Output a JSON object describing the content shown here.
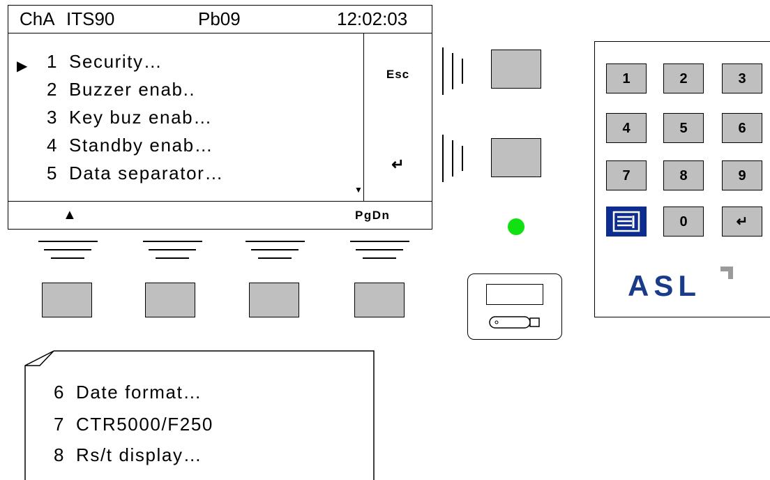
{
  "lcd": {
    "channel": "ChA",
    "scale": "ITS90",
    "probe": "Pb09",
    "time": "12:02:03",
    "cursor_symbol": "▶",
    "scroll_down_symbol": "▼",
    "menu_items": [
      {
        "num": "1",
        "label": "Security…"
      },
      {
        "num": "2",
        "label": "Buzzer enab.."
      },
      {
        "num": "3",
        "label": "Key buz enab…"
      },
      {
        "num": "4",
        "label": "Standby enab…"
      },
      {
        "num": "5",
        "label": "Data separator…"
      }
    ],
    "softkey_esc": "Esc",
    "softkey_enter": "↵",
    "footer_up": "▲",
    "footer_pgdn": "PgDn"
  },
  "keypad": {
    "keys": [
      "1",
      "2",
      "3",
      "4",
      "5",
      "6",
      "7",
      "8",
      "9",
      "0",
      "↵"
    ],
    "menu_icon": "menu-screen-icon",
    "logo": "ASL"
  },
  "status_led_color": "#11e011",
  "menu_key_color": "#0c2c8f",
  "continued_menu": [
    {
      "num": "6",
      "label": "Date format…"
    },
    {
      "num": "7",
      "label": "CTR5000/F250"
    },
    {
      "num": "8",
      "label": "Rs/t display…"
    }
  ]
}
